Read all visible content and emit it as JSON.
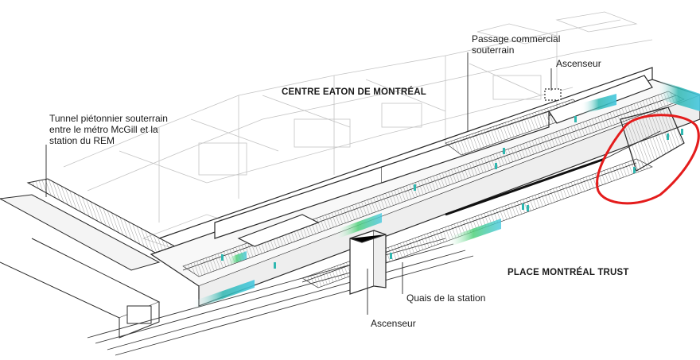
{
  "labels": {
    "tunnel": "Tunnel piétonnier souterrain\nentre le métro McGill et la\nstation du REM",
    "passage": "Passage commercial\nsouterrain",
    "ascenseur_top": "Ascenseur",
    "eaton": "CENTRE EATON DE MONTRÉAL",
    "place": "PLACE MONTRÉAL TRUST",
    "quais": "Quais de la station",
    "ascenseur_bottom": "Ascenseur"
  },
  "colors": {
    "line": "#2a2a2a",
    "faint_line": "#b8b8b8",
    "accent_teal": "#2fb7b0",
    "accent_green": "#4fd07a",
    "accent_cyan": "#46c8e0",
    "annotation_red": "#e41c1c"
  }
}
